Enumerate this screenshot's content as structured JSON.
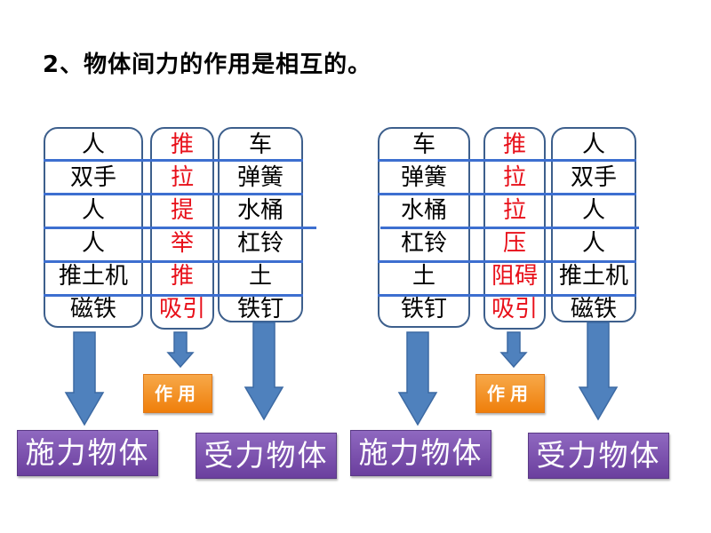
{
  "title": "2、物体间力的作用是相互的。",
  "groups": [
    {
      "left": [
        "人",
        "双手",
        "人",
        "人",
        "推土机",
        "磁铁"
      ],
      "middle": [
        "推",
        "拉",
        "提",
        "举",
        "推",
        "吸引"
      ],
      "right": [
        "车",
        "弹簧",
        "水桶",
        "杠铃",
        "土",
        "铁钉"
      ],
      "action_label": "作用",
      "left_label": "施力物体",
      "right_label": "受力物体"
    },
    {
      "left": [
        "车",
        "弹簧",
        "水桶",
        "杠铃",
        "土",
        "铁钉"
      ],
      "middle": [
        "推",
        "拉",
        "拉",
        "压",
        "阻碍",
        "吸引"
      ],
      "right": [
        "人",
        "双手",
        "人",
        "人",
        "推土机",
        "磁铁"
      ],
      "action_label": "作用",
      "left_label": "施力物体",
      "right_label": "受力物体"
    }
  ],
  "colors": {
    "verb": "#e8101a",
    "arrow": "#4f81bd",
    "border": "#3d5f8c",
    "row_line": "#3d6fd0",
    "action_tag": "#ef7f0b",
    "object_tag": "#7a52ad"
  }
}
